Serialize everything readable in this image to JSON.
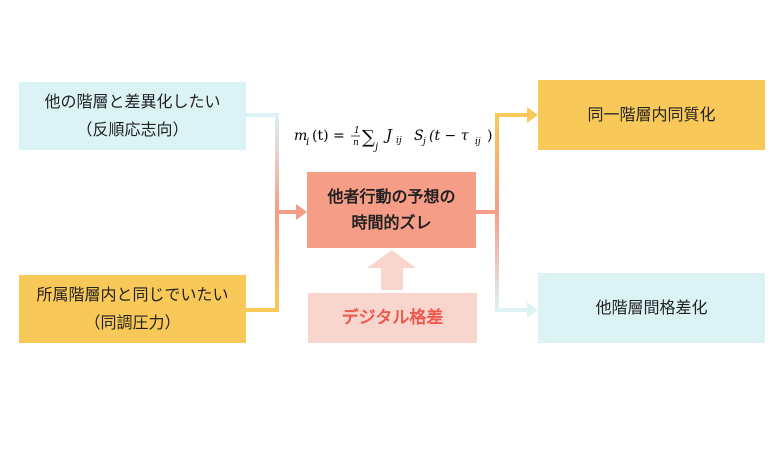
{
  "left_top": {
    "line1": "他の階層と差異化したい",
    "line2": "（反順応志向）"
  },
  "left_bottom": {
    "line1": "所属階層内と同じでいたい",
    "line2": "（同調圧力）"
  },
  "center": {
    "line1": "他者行動の予想の",
    "line2": "時間的ズレ"
  },
  "digital": {
    "label": "デジタル格差"
  },
  "output_top": {
    "label": "同一階層内同質化"
  },
  "output_bottom": {
    "label": "他階層間格差化"
  },
  "formula": {
    "lhs": "m",
    "lhs_sub": "i",
    "lhs_arg": "(t) =",
    "frac_num": "1",
    "frac_den": "n",
    "sum": "∑",
    "sum_sub": "j",
    "term1": "J",
    "term1_sub": "ij",
    "term2": "S",
    "term2_sub": "j",
    "term2_arg": "(t − τ",
    "tau_sub": "ij",
    "close": ")"
  },
  "colors": {
    "cyan": "#dcf3f5",
    "yellow": "#f8c958",
    "salmon": "#f59d87",
    "pink": "#f9d6cd",
    "red_text": "#ec5a4e"
  }
}
